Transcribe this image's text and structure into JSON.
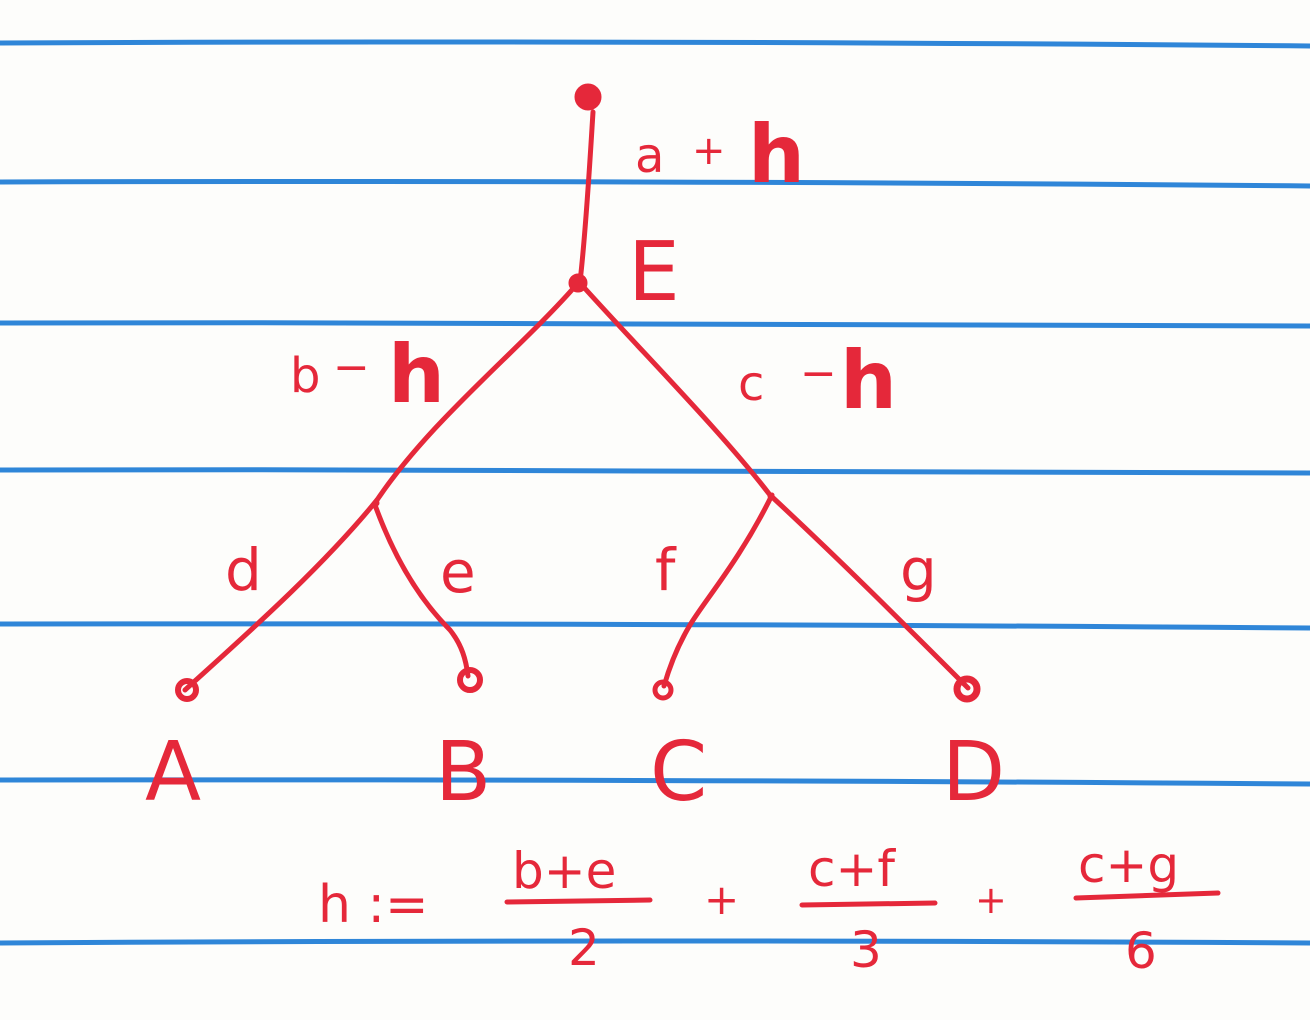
{
  "colors": {
    "ink": "#e5283a",
    "rule": "#2f86d8",
    "paper": "#fdfdfb"
  },
  "nodes": {
    "internal": "E",
    "leaves": [
      "A",
      "B",
      "C",
      "D"
    ]
  },
  "edge_labels": {
    "root_edge": {
      "var": "a",
      "op": "+",
      "h": "h"
    },
    "left_edge": {
      "var": "b",
      "op": "−",
      "h": "h"
    },
    "right_edge": {
      "var": "c",
      "op": "−",
      "h": "h"
    },
    "d": "d",
    "e": "e",
    "f": "f",
    "g": "g"
  },
  "formula": {
    "lhs": "h :=",
    "terms": [
      {
        "num": "b+e",
        "den": "2"
      },
      {
        "num": "c+f",
        "den": "3"
      },
      {
        "num": "c+g",
        "den": "6"
      }
    ],
    "plus": "+"
  }
}
